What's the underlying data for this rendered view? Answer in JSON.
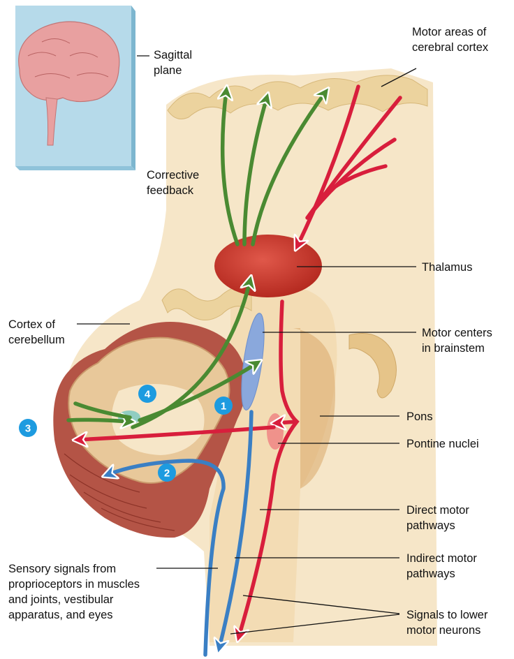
{
  "colors": {
    "motor": "#d81e3c",
    "feedback": "#4a8a32",
    "sensory": "#3a7fc4",
    "badge": "#1d9be0",
    "tissue": "#f6e6c8",
    "cortex": "#ecd39e",
    "thalamus": "#cf3a2c",
    "brainstem_center": "#8aa8dc",
    "pontine": "#f08a86",
    "cerebellum_folia": "#a4483b",
    "plane": "#a9d3e6"
  },
  "labels": {
    "sagittal": [
      "Sagittal",
      "plane"
    ],
    "motor_areas": [
      "Motor areas of",
      "cerebral cortex"
    ],
    "corrective": [
      "Corrective",
      "feedback"
    ],
    "thalamus": [
      "Thalamus"
    ],
    "cortex_cerebellum": [
      "Cortex of",
      "cerebellum"
    ],
    "motor_centers": [
      "Motor centers",
      "in brainstem"
    ],
    "pons": [
      "Pons"
    ],
    "pontine_nuclei": [
      "Pontine nuclei"
    ],
    "direct_motor": [
      "Direct motor",
      "pathways"
    ],
    "indirect_motor": [
      "Indirect motor",
      "pathways"
    ],
    "sensory_signals": [
      "Sensory signals from",
      "proprioceptors in muscles",
      "and joints, vestibular",
      "apparatus, and eyes"
    ],
    "lower_motor": [
      "Signals to lower",
      "motor neurons"
    ]
  },
  "badges": {
    "b1": "1",
    "b2": "2",
    "b3": "3",
    "b4": "4"
  }
}
